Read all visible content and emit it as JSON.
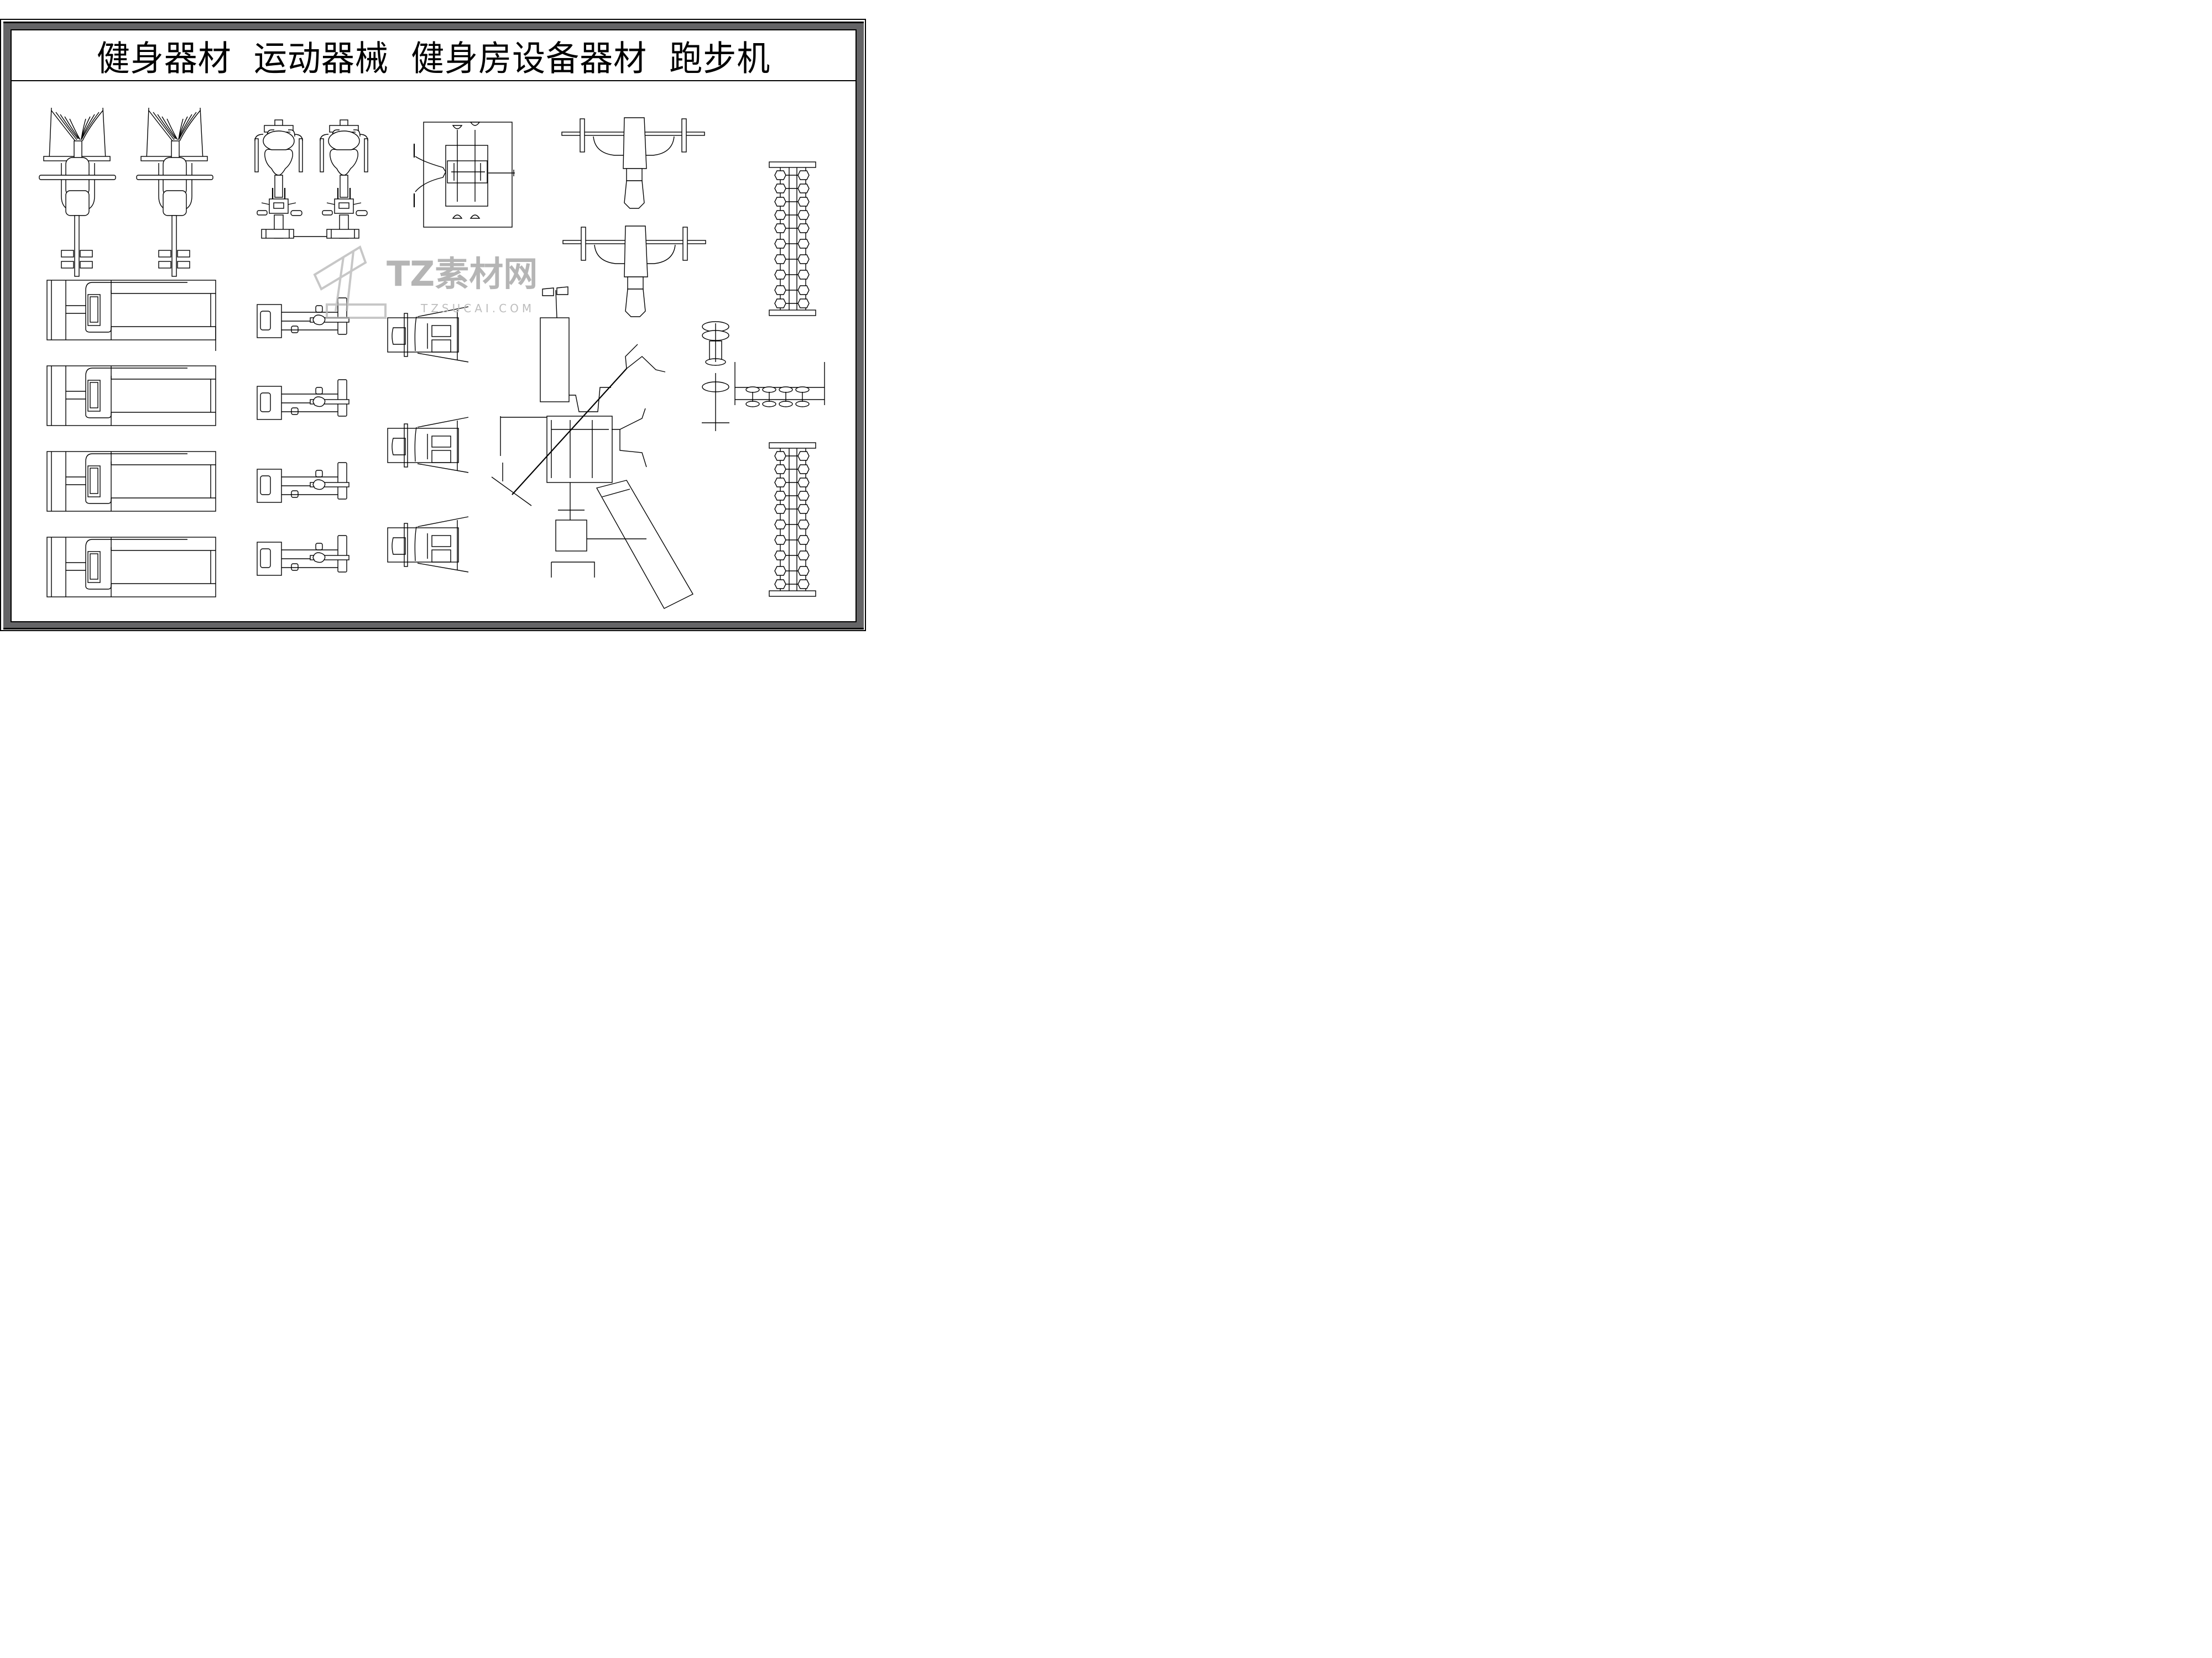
{
  "sheet": {
    "title": "健身器材  运动器械  健身房设备器材  跑步机",
    "frame_color": "#646466",
    "line_color": "#000000"
  },
  "watermark": {
    "brand": "TZ素材网",
    "url": "TZSUCAI.COM",
    "color": "#b5b5b5"
  },
  "equipment": [
    {
      "id": "multi-gym-station",
      "count": 2,
      "view": "top"
    },
    {
      "id": "upright-exercise-bike",
      "count": 2,
      "view": "top"
    },
    {
      "id": "rowing-station",
      "count": 1,
      "view": "top"
    },
    {
      "id": "barbell-bench",
      "count": 2,
      "view": "top"
    },
    {
      "id": "dumbbell-rack-vertical",
      "count": 2,
      "view": "top"
    },
    {
      "id": "treadmill",
      "count": 4,
      "view": "top"
    },
    {
      "id": "recumbent-bike",
      "count": 4,
      "view": "top"
    },
    {
      "id": "elliptical-trainer",
      "count": 3,
      "view": "top"
    },
    {
      "id": "home-gym-with-incline-bench",
      "count": 1,
      "view": "top"
    },
    {
      "id": "weight-plate-stacks",
      "count": 2,
      "view": "top"
    },
    {
      "id": "dumbbell-rack-horizontal",
      "count": 1,
      "view": "top"
    }
  ]
}
